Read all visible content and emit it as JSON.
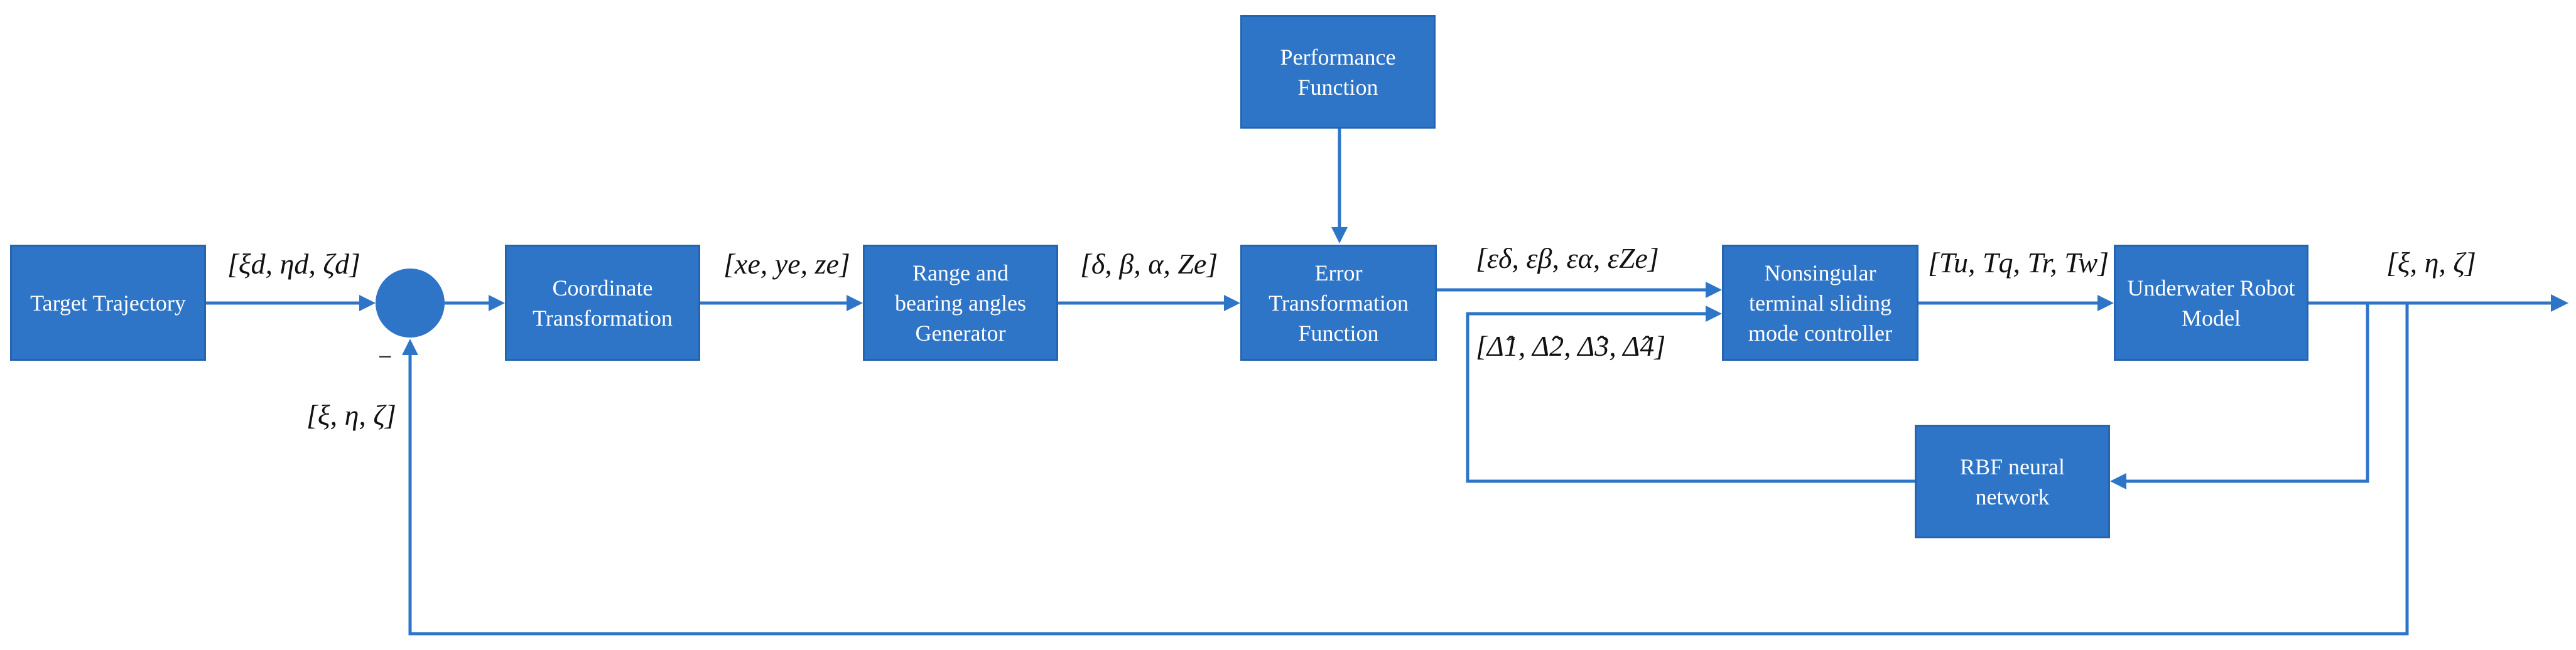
{
  "blocks": {
    "target_trajectory": "Target Trajectory",
    "coordinate_transformation": "Coordinate\nTransformation",
    "range_bearing_generator": "Range and\nbearing angles\nGenerator",
    "performance_function": "Performance\nFunction",
    "error_transformation_function": "Error\nTransformation\nFunction",
    "nonsingular_controller": "Nonsingular\nterminal sliding\nmode controller",
    "underwater_robot_model": "Underwater Robot\nModel",
    "rbf_neural_network": "RBF neural\nnetwork"
  },
  "signals": {
    "desired_trajectory": "[ξd, ηd, ζd]",
    "feedback_state": "[ξ, η, ζ]",
    "position_error": "[xe, ye, ze]",
    "range_bearing": "[δ, β, α, Ze]",
    "transformed_errors": "[εδ, εβ, εα, εZe]",
    "estimates": "[Δ̂1, Δ̂2, Δ̂3, Δ̂4]",
    "control_inputs": "[Tu, Tq, Tr, Tw]",
    "output_state": "[ξ, η, ζ]",
    "minus_sign": "−"
  },
  "colors": {
    "block_fill": "#2e75c8",
    "connector": "#2e75c8"
  },
  "icons": {
    "summing_junction": "filled-circle"
  }
}
